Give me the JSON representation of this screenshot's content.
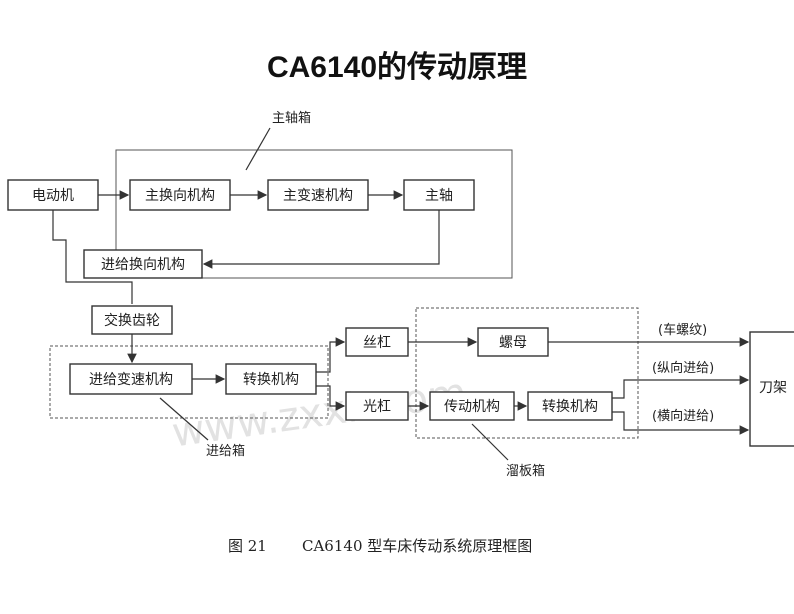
{
  "title": "CA6140的传动原理",
  "groups": {
    "spindle_box": "主轴箱",
    "feed_box": "进给箱",
    "apron_box": "溜板箱"
  },
  "boxes": {
    "motor": "电动机",
    "main_reversing": "主换向机构",
    "main_speed_change": "主变速机构",
    "spindle": "主轴",
    "feed_reversing": "进给换向机构",
    "change_gears": "交换齿轮",
    "feed_speed_change": "进给变速机构",
    "feed_shifting": "转换机构",
    "lead_screw": "丝杠",
    "feed_rod": "光杠",
    "nut": "螺母",
    "transmission": "传动机构",
    "apron_shifting": "转换机构",
    "tool_post": "刀架"
  },
  "outputs": {
    "thread": "(车螺纹)",
    "longitudinal": "(纵向进给)",
    "transverse": "(横向进给)"
  },
  "caption": {
    "figure": "图 21",
    "text": "CA6140 型车床传动系统原理框图"
  },
  "watermark": "www.zxxk.com",
  "colors": {
    "line": "#333333",
    "text": "#222222",
    "background": "#ffffff"
  }
}
